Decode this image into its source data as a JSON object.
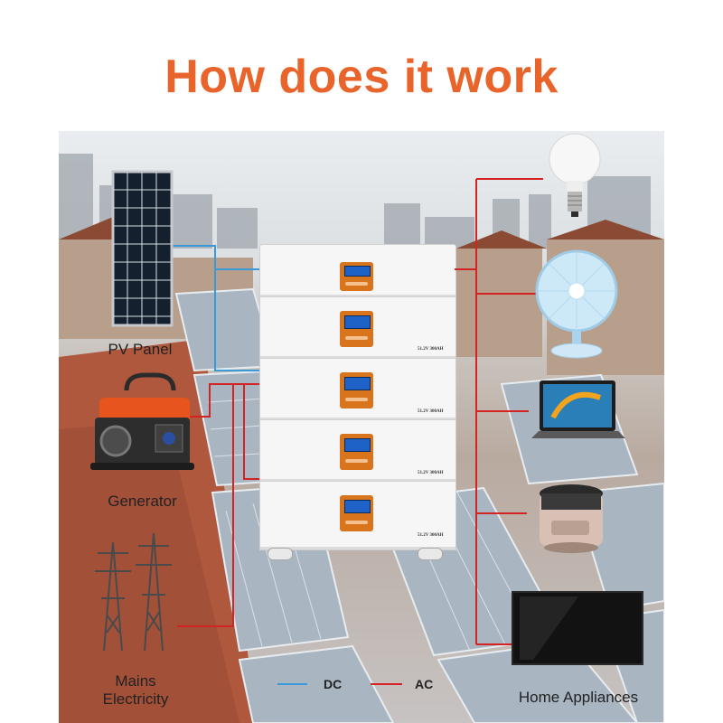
{
  "title": "How does it work",
  "sources": {
    "pv_panel": "PV Panel",
    "generator": "Generator",
    "mains": [
      "Mains",
      "Electricity"
    ]
  },
  "battery": {
    "module_spec": "51.2V 300AH"
  },
  "loads_label": "Home Appliances",
  "legend": {
    "dc": "DC",
    "ac": "AC"
  },
  "colors": {
    "title": "#e8642a",
    "dc_line": "#3a9ad9",
    "ac_line": "#d42323",
    "battery_panel": "#d8741c"
  },
  "icons": [
    "solar-panel-icon",
    "generator-icon",
    "power-pylon-icon",
    "light-bulb-icon",
    "desk-fan-icon",
    "laptop-icon",
    "rice-cooker-icon",
    "television-icon"
  ]
}
